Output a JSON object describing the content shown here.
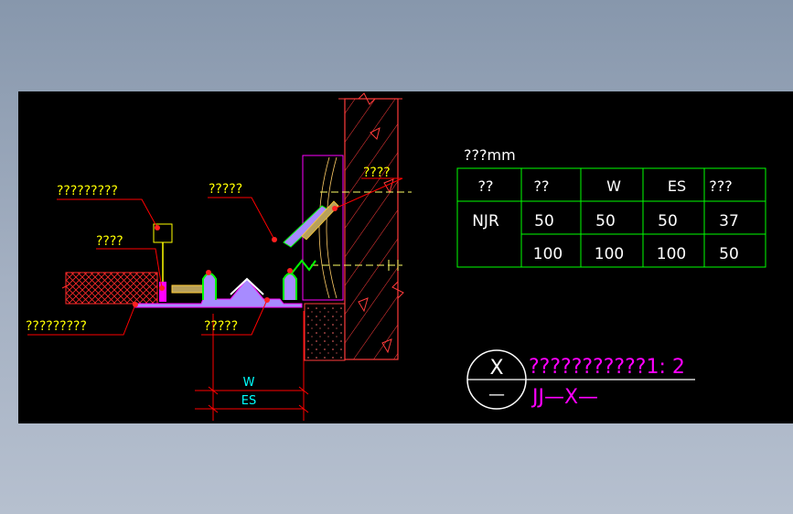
{
  "drawing": {
    "callouts": {
      "top_left": "?????????",
      "mid_left": "????",
      "bottom_left": "?????????",
      "center_top": "?????",
      "center_bottom": "?????",
      "wall": "????"
    },
    "dimensions": {
      "w_label": "W",
      "es_label": "ES"
    },
    "table": {
      "unit_caption": "???mm",
      "headers": [
        "??",
        "??",
        "W",
        "ES",
        "???"
      ],
      "rows": [
        [
          "NJR",
          "50",
          "50",
          "50",
          "37"
        ],
        [
          "",
          "100",
          "100",
          "100",
          "50"
        ]
      ]
    },
    "title_block": {
      "symbol_top": "X",
      "symbol_bottom": "—",
      "title": "???????????1: 2",
      "code": "JJ—X—"
    },
    "colors": {
      "background": "#000000",
      "callout_text": "#ffff00",
      "leader_line": "#ff0000",
      "table_grid": "#00ff00",
      "table_text": "#ffffff",
      "title_text": "#ff00ff",
      "profile": "#a78bff",
      "wall_hatch": "#ff3b3b"
    }
  }
}
